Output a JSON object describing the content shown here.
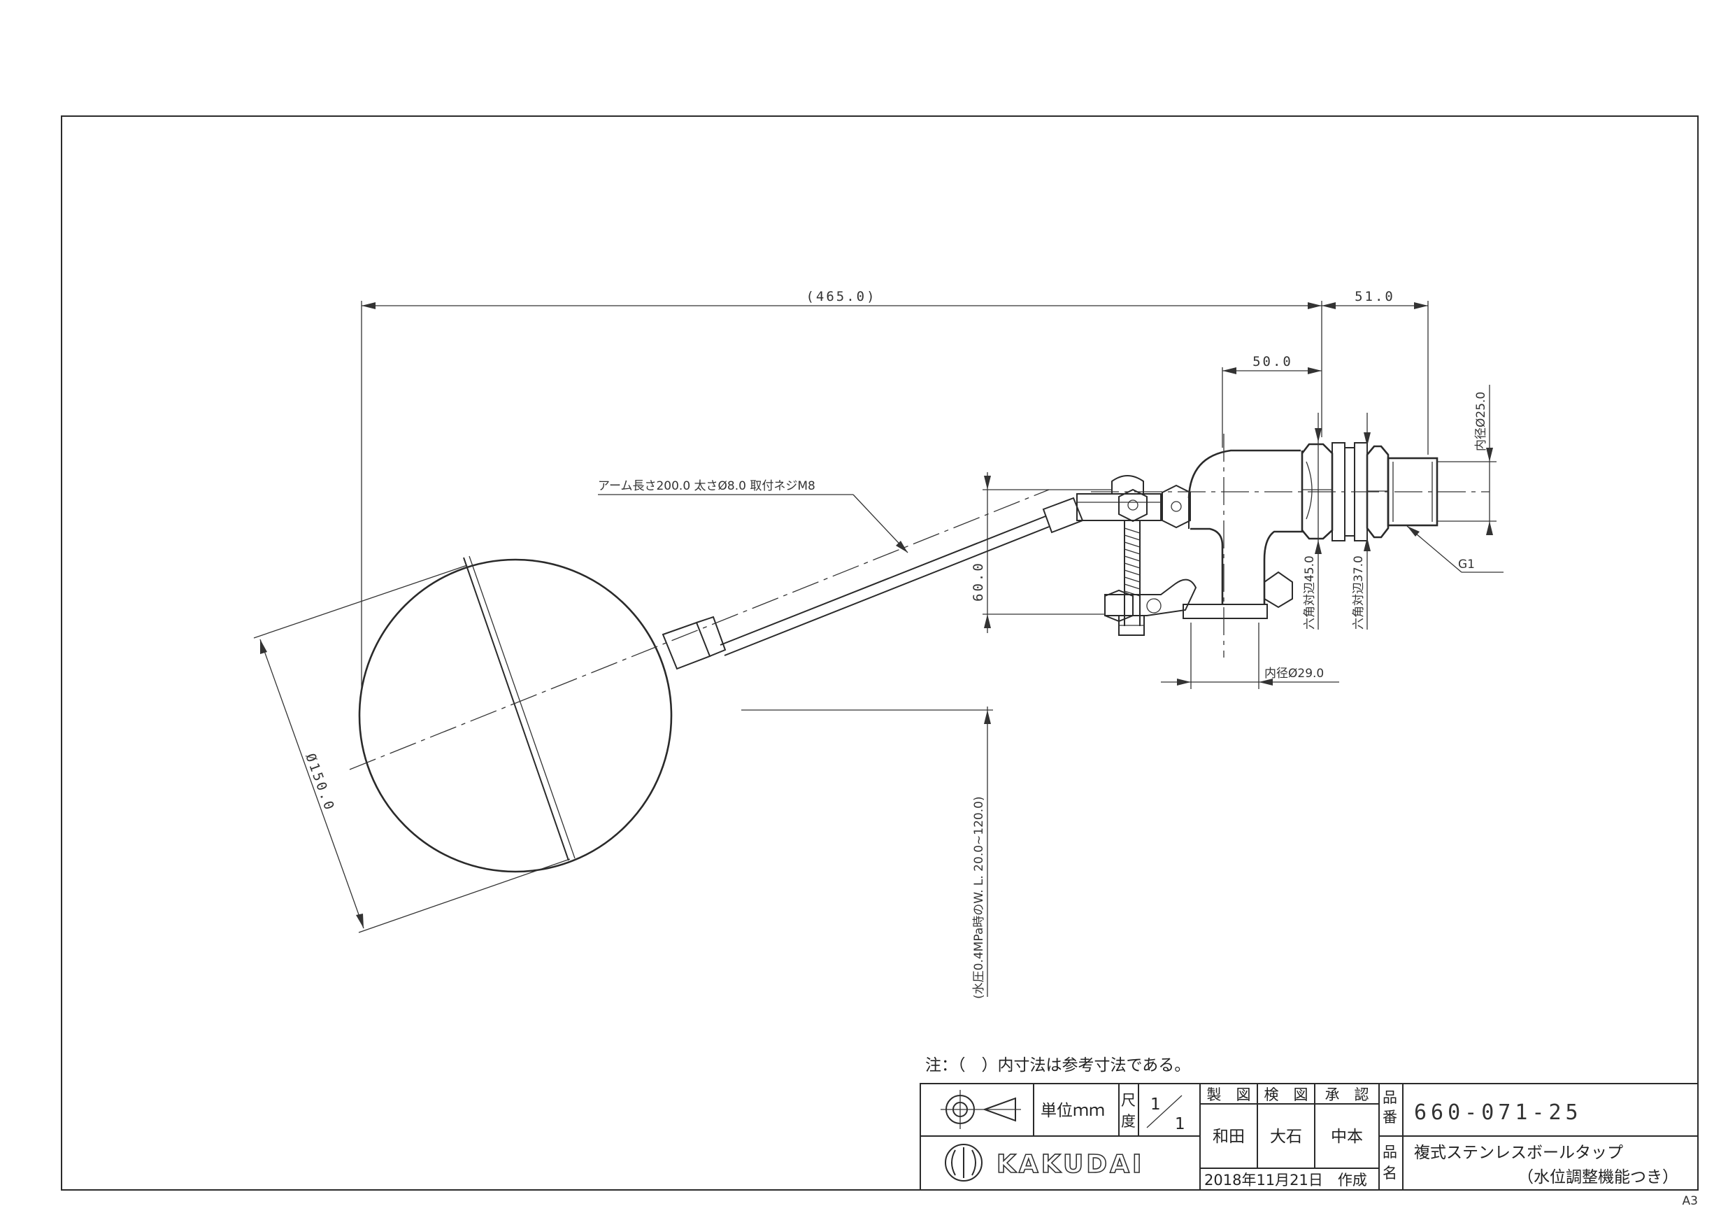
{
  "dimensions": {
    "overall_length": "(465.0)",
    "outlet_length": "51.0",
    "body_length": "50.0",
    "arm_note": "アーム長さ200.0 太さØ8.0 取付ネジM8",
    "offset_height": "60.0",
    "inner_diameter_outlet": "内径Ø25.0",
    "hex_45": "六角対辺45.0",
    "hex_37": "六角対辺37.0",
    "thread": "G1",
    "inner_diameter_inlet": "内径Ø29.0",
    "ball_diameter": "Ø150.0",
    "water_level": "(水圧0.4MPa時のW. L. 20.0~120.0)"
  },
  "note": "注：（　）内寸法は参考寸法である。",
  "title_block": {
    "unit_label": "単位ｍｍ",
    "scale_label_1": "尺",
    "scale_label_2": "度",
    "scale_num": "1",
    "scale_den": "1",
    "drawn_label": "製　図",
    "checked_label": "検　図",
    "approved_label": "承　認",
    "drawn_by": "和田",
    "checked_by": "大石",
    "approved_by": "中本",
    "date": "2018年11月21日　作成",
    "part_no_label_1": "品",
    "part_no_label_2": "番",
    "part_number": "660-071-25",
    "name_label_1": "品",
    "name_label_2": "名",
    "product_name_1": "複式ステンレスボールタップ",
    "product_name_2": "（水位調整機能つき）",
    "brand": "KAKUDAI"
  },
  "sheet_size": "A3"
}
